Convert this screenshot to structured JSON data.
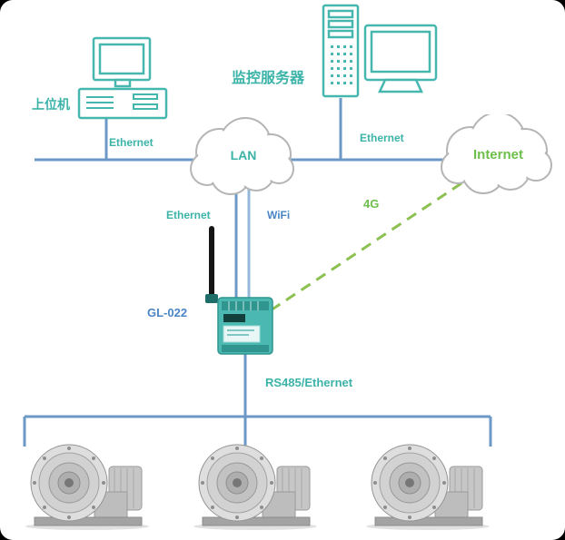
{
  "nodes": {
    "host_computer": {
      "label": "上位机"
    },
    "monitor_server": {
      "label": "监控服务器"
    },
    "lan_cloud": {
      "label": "LAN"
    },
    "internet_cloud": {
      "label": "Internet"
    },
    "gateway": {
      "model_label": "GL-022"
    },
    "fans": {
      "count": "3"
    }
  },
  "links": {
    "host_to_lan": {
      "label": "Ethernet"
    },
    "server_to_lan": {
      "label": "Ethernet"
    },
    "lan_to_gateway_wired": {
      "label": "Ethernet"
    },
    "lan_to_gateway_wireless": {
      "label": "WiFi"
    },
    "internet_to_gateway": {
      "label": "4G"
    },
    "gateway_to_fans": {
      "label": "RS485/Ethernet"
    }
  },
  "colors": {
    "teal_accent": "#3bb3a8",
    "green_accent": "#6cbf4a",
    "blue_accent": "#4a86c5",
    "line_blue": "#6b98c6",
    "dashed_green": "#8cc152",
    "cloud_outline": "#b5b5b5"
  }
}
